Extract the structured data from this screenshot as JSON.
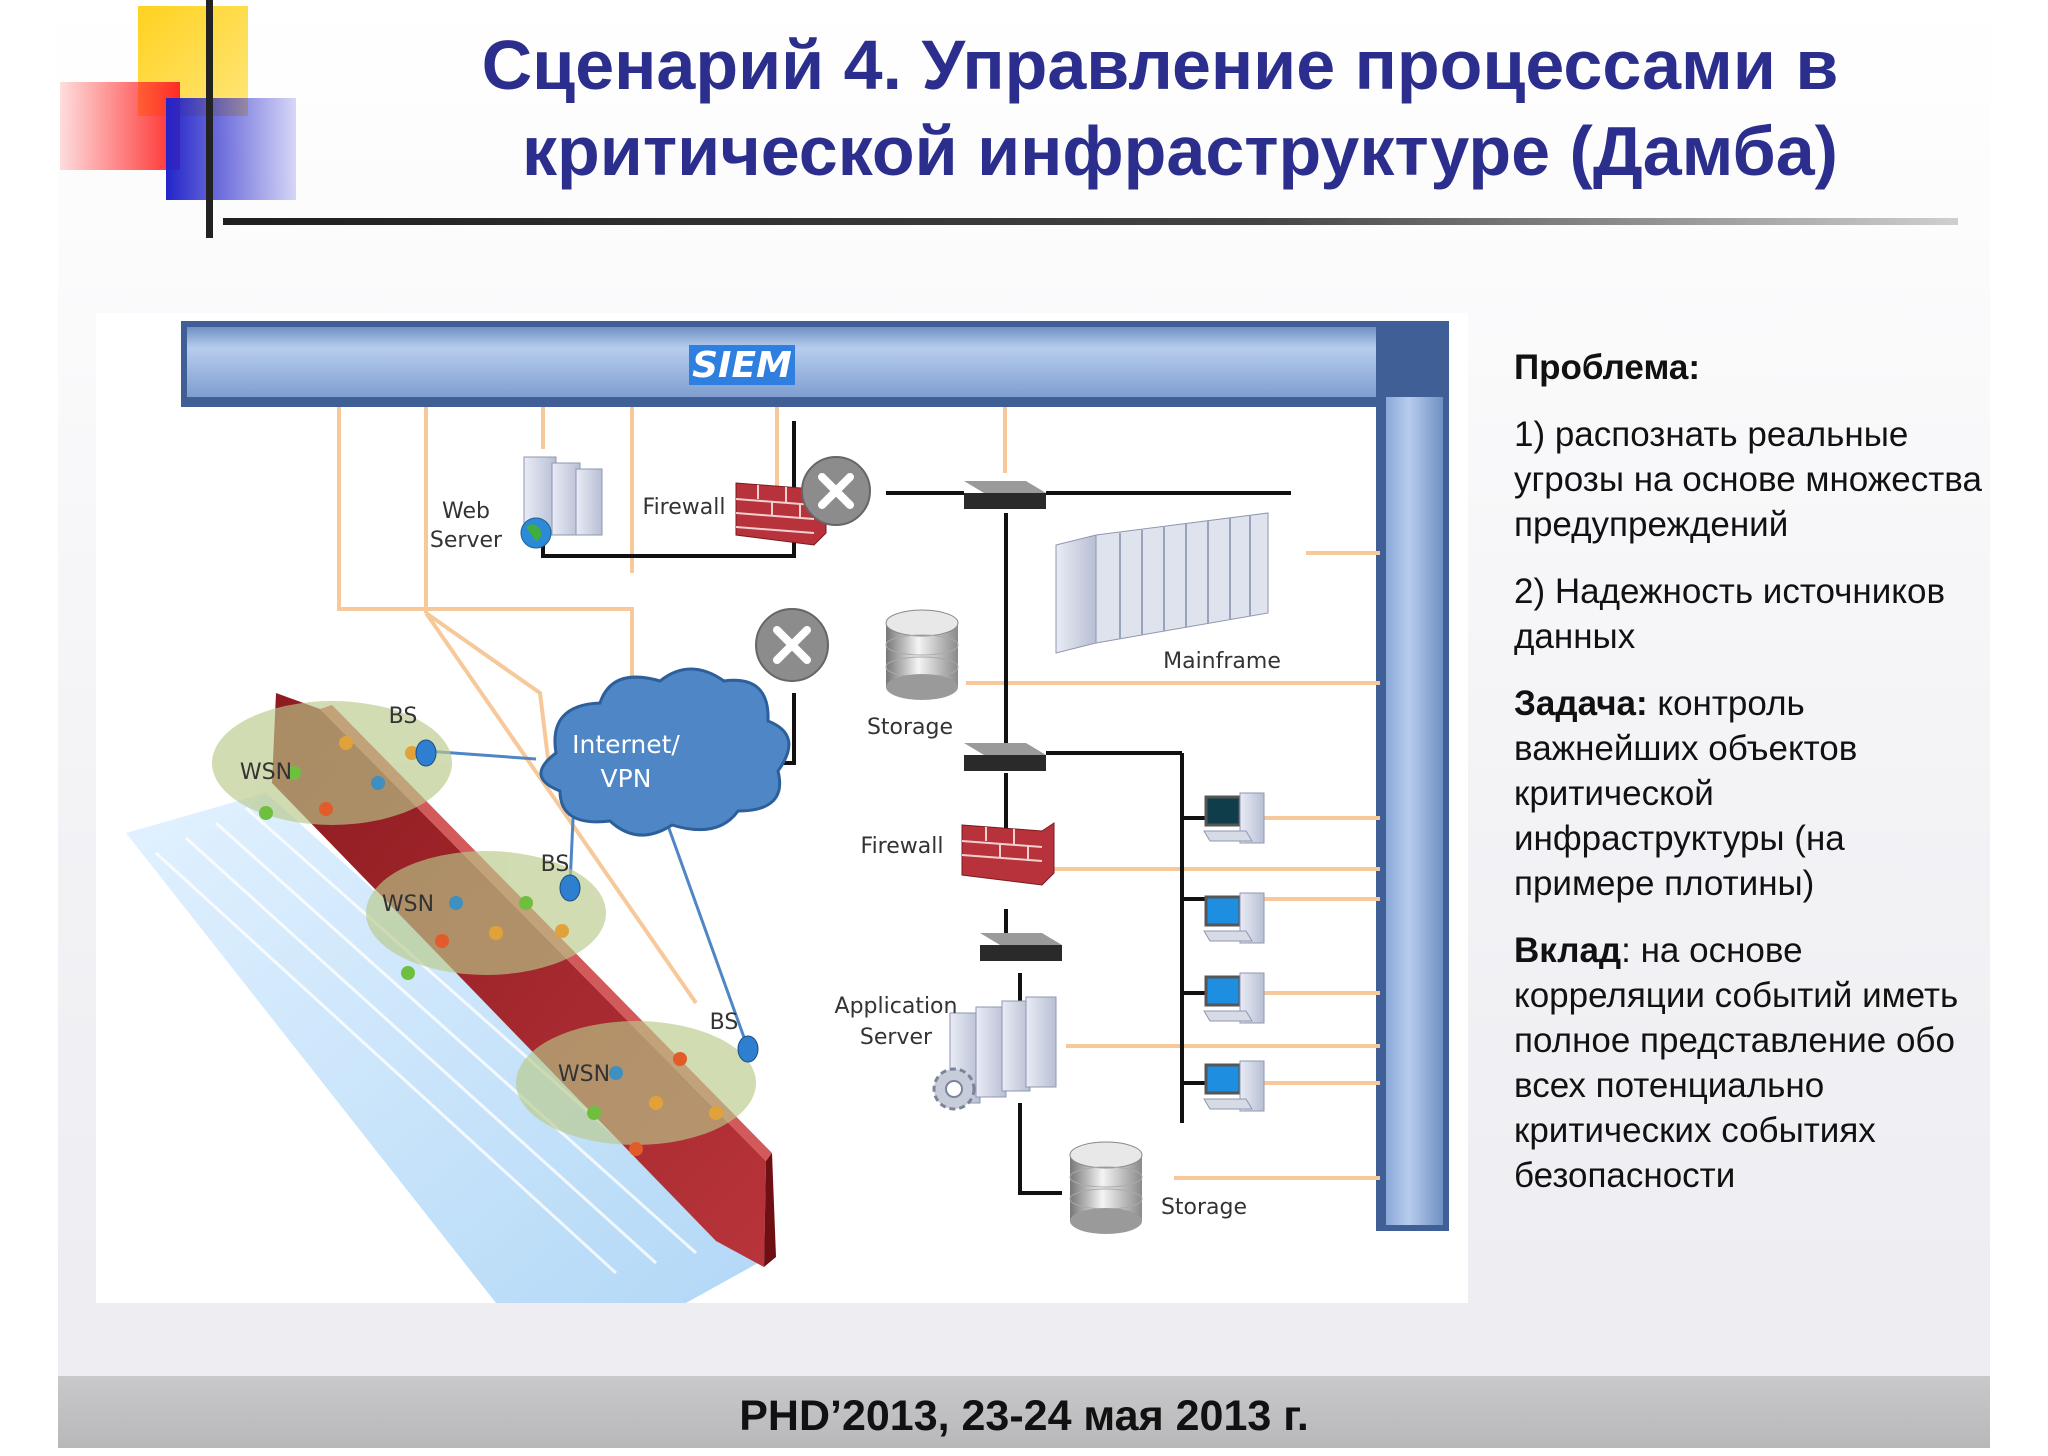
{
  "slide": {
    "title_line1": "Сценарий 4. Управление процессами в",
    "title_line2": "критической инфраструктуре (Дамба)",
    "footer": "PHD’2013, 23-24 мая 2013 г."
  },
  "diagram": {
    "siem": "SIEM",
    "web_server_line1": "Web",
    "web_server_line2": "Server",
    "firewall_top": "Firewall",
    "firewall_mid": "Firewall",
    "internet_line1": "Internet/",
    "internet_line2": "VPN",
    "storage_top": "Storage",
    "storage_bottom": "Storage",
    "mainframe": "Mainframe",
    "app_server_line1": "Application",
    "app_server_line2": "Server",
    "bs1": "BS",
    "bs2": "BS",
    "bs3": "BS",
    "wsn1": "WSN",
    "wsn2": "WSN",
    "wsn3": "WSN"
  },
  "text": {
    "problem_label": "Проблема:",
    "problem_1": "1) распознать реальные угрозы на основе множества предупреждений",
    "problem_2": "2) Надежность источников данных",
    "task_label": "Задача:",
    "task_text": " контроль важнейших объектов критической инфраструктуры (на примере плотины)",
    "contribution_label": "Вклад",
    "contribution_text": ": на основе корреляции событий иметь полное представление обо всех потенциально критических событиях безопасности"
  },
  "colors": {
    "title": "#2b2e8c",
    "siem_bar": "#a9c3e6",
    "link_orange": "#f7c99a",
    "firewall": "#b8323c",
    "dam": "#a2262a",
    "cloud": "#4f86c6"
  }
}
